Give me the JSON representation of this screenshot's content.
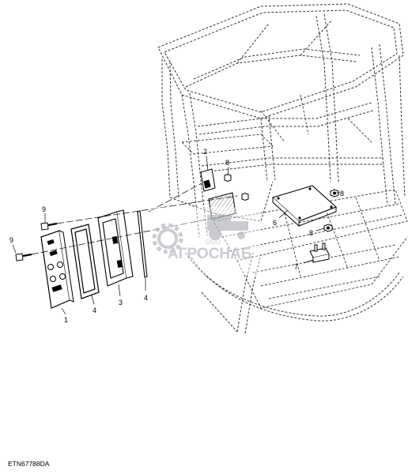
{
  "figure_code": "ETN67788DA",
  "watermark": {
    "prefix": "ООО",
    "name": "АГРОСНАБ"
  },
  "callouts": [
    {
      "id": "c1",
      "text": "1"
    },
    {
      "id": "c2",
      "text": "2"
    },
    {
      "id": "c3",
      "text": "3"
    },
    {
      "id": "c4a",
      "text": "4"
    },
    {
      "id": "c4b",
      "text": "4"
    },
    {
      "id": "c6",
      "text": "6"
    },
    {
      "id": "c7",
      "text": "7"
    },
    {
      "id": "c8a",
      "text": "8"
    },
    {
      "id": "c8b",
      "text": "8"
    },
    {
      "id": "c8c",
      "text": "8"
    },
    {
      "id": "c9a",
      "text": "9"
    },
    {
      "id": "c9b",
      "text": "9"
    }
  ]
}
